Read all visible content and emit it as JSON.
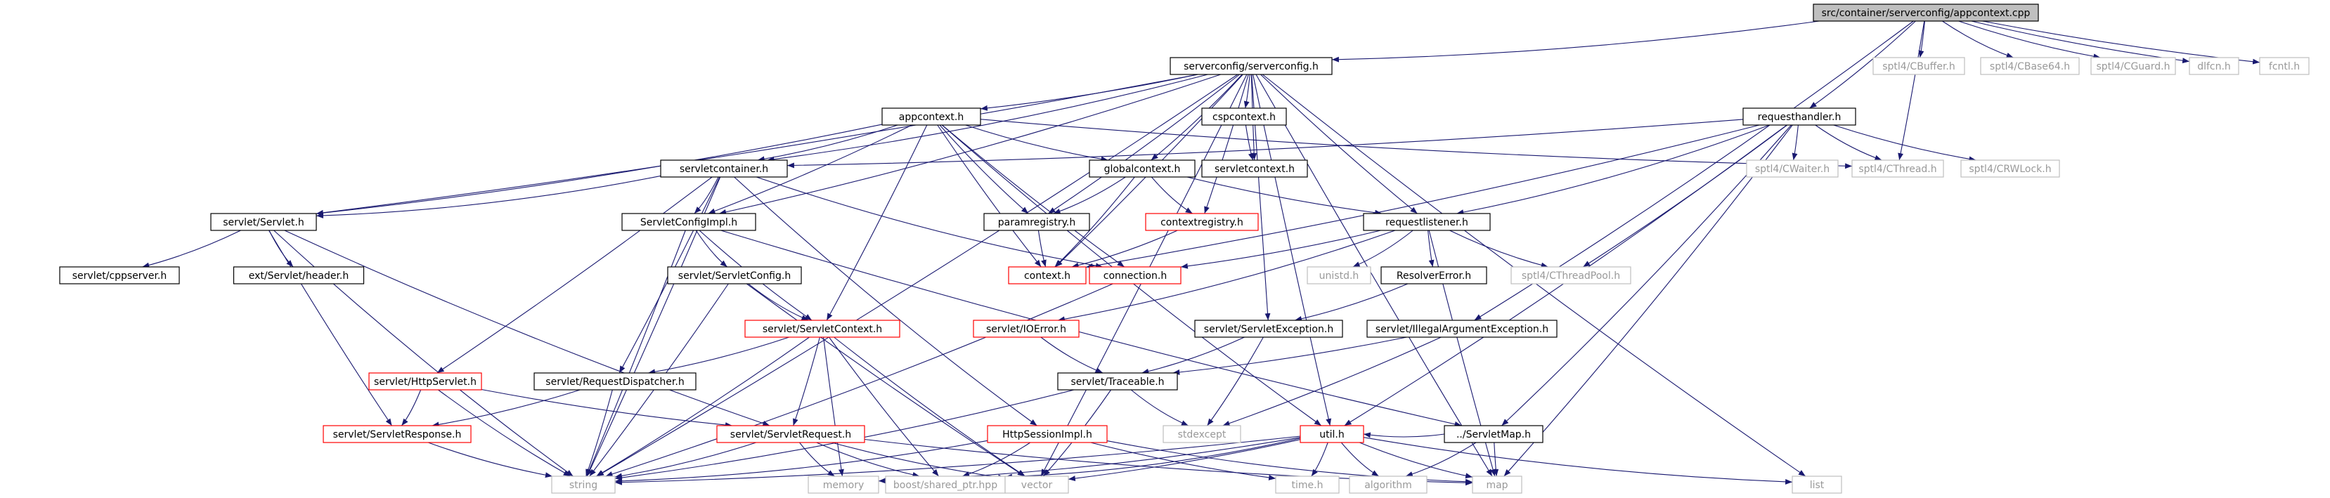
{
  "styles": {
    "edge_color": "#191970",
    "root_fill": "#bfbfbf",
    "root_stroke": "#000000",
    "doc_stroke": "#000000",
    "undoc_stroke": "#ff0000",
    "ext_stroke": "#bfbfbf",
    "text_color": "#000000",
    "ext_text_color": "#999999"
  },
  "nodes": [
    {
      "id": "root",
      "label": "src/container/serverconfig/appcontext.cpp",
      "kind": "root"
    },
    {
      "id": "serverconfig",
      "label": "serverconfig/serverconfig.h",
      "kind": "doc"
    },
    {
      "id": "cbuffer",
      "label": "sptl4/CBuffer.h",
      "kind": "ext"
    },
    {
      "id": "cbase64",
      "label": "sptl4/CBase64.h",
      "kind": "ext"
    },
    {
      "id": "cguard",
      "label": "sptl4/CGuard.h",
      "kind": "ext"
    },
    {
      "id": "dlfcn",
      "label": "dlfcn.h",
      "kind": "ext"
    },
    {
      "id": "fcntl",
      "label": "fcntl.h",
      "kind": "ext"
    },
    {
      "id": "appcontext",
      "label": "appcontext.h",
      "kind": "doc"
    },
    {
      "id": "cspcontext",
      "label": "cspcontext.h",
      "kind": "doc"
    },
    {
      "id": "requesthandler",
      "label": "requesthandler.h",
      "kind": "doc"
    },
    {
      "id": "globalcontext",
      "label": "globalcontext.h",
      "kind": "doc"
    },
    {
      "id": "servletcontext_h",
      "label": "servletcontext.h",
      "kind": "doc"
    },
    {
      "id": "servletcontainer",
      "label": "servletcontainer.h",
      "kind": "doc"
    },
    {
      "id": "cwaiter",
      "label": "sptl4/CWaiter.h",
      "kind": "ext"
    },
    {
      "id": "cthread",
      "label": "sptl4/CThread.h",
      "kind": "ext"
    },
    {
      "id": "crwlock",
      "label": "sptl4/CRWLock.h",
      "kind": "ext"
    },
    {
      "id": "servlet",
      "label": "servlet/Servlet.h",
      "kind": "doc"
    },
    {
      "id": "servletconfigimpl",
      "label": "ServletConfigImpl.h",
      "kind": "doc"
    },
    {
      "id": "paramregistry",
      "label": "paramregistry.h",
      "kind": "doc"
    },
    {
      "id": "contextregistry",
      "label": "contextregistry.h",
      "kind": "undoc"
    },
    {
      "id": "requestlistener",
      "label": "requestlistener.h",
      "kind": "doc"
    },
    {
      "id": "cppserver",
      "label": "servlet/cppserver.h",
      "kind": "doc"
    },
    {
      "id": "extheader",
      "label": "ext/Servlet/header.h",
      "kind": "doc"
    },
    {
      "id": "servletconfig",
      "label": "servlet/ServletConfig.h",
      "kind": "doc"
    },
    {
      "id": "context",
      "label": "context.h",
      "kind": "undoc"
    },
    {
      "id": "connection",
      "label": "connection.h",
      "kind": "undoc"
    },
    {
      "id": "unistd",
      "label": "unistd.h",
      "kind": "ext"
    },
    {
      "id": "resolvererror",
      "label": "ResolverError.h",
      "kind": "doc"
    },
    {
      "id": "cthreadpool",
      "label": "sptl4/CThreadPool.h",
      "kind": "ext"
    },
    {
      "id": "servletctxh",
      "label": "servlet/ServletContext.h",
      "kind": "undoc"
    },
    {
      "id": "ioerror",
      "label": "servlet/IOError.h",
      "kind": "undoc"
    },
    {
      "id": "servletexception",
      "label": "servlet/ServletException.h",
      "kind": "doc"
    },
    {
      "id": "illegalarg",
      "label": "servlet/IllegalArgumentException.h",
      "kind": "doc"
    },
    {
      "id": "httpservlet",
      "label": "servlet/HttpServlet.h",
      "kind": "undoc"
    },
    {
      "id": "requestdispatcher",
      "label": "servlet/RequestDispatcher.h",
      "kind": "doc"
    },
    {
      "id": "traceable",
      "label": "servlet/Traceable.h",
      "kind": "doc"
    },
    {
      "id": "servletresponse",
      "label": "servlet/ServletResponse.h",
      "kind": "undoc"
    },
    {
      "id": "servletrequest",
      "label": "servlet/ServletRequest.h",
      "kind": "undoc"
    },
    {
      "id": "httpsessionimpl",
      "label": "HttpSessionImpl.h",
      "kind": "undoc"
    },
    {
      "id": "utilh",
      "label": "util.h",
      "kind": "undoc"
    },
    {
      "id": "servletmap",
      "label": "../ServletMap.h",
      "kind": "doc"
    },
    {
      "id": "stdexcept",
      "label": "stdexcept",
      "kind": "ext"
    },
    {
      "id": "string",
      "label": "string",
      "kind": "ext"
    },
    {
      "id": "memory",
      "label": "memory",
      "kind": "ext"
    },
    {
      "id": "sharedptr",
      "label": "boost/shared_ptr.hpp",
      "kind": "ext"
    },
    {
      "id": "vector",
      "label": "vector",
      "kind": "ext"
    },
    {
      "id": "timeh",
      "label": "time.h",
      "kind": "ext"
    },
    {
      "id": "algorithm",
      "label": "algorithm",
      "kind": "ext"
    },
    {
      "id": "map",
      "label": "map",
      "kind": "ext"
    },
    {
      "id": "list",
      "label": "list",
      "kind": "ext"
    }
  ],
  "edges": [
    [
      "root",
      "serverconfig"
    ],
    [
      "root",
      "cbuffer"
    ],
    [
      "root",
      "cbase64"
    ],
    [
      "root",
      "cguard"
    ],
    [
      "root",
      "dlfcn"
    ],
    [
      "root",
      "fcntl"
    ],
    [
      "root",
      "requesthandler"
    ],
    [
      "root",
      "cthread"
    ],
    [
      "root",
      "illegalarg"
    ],
    [
      "serverconfig",
      "appcontext"
    ],
    [
      "serverconfig",
      "cspcontext"
    ],
    [
      "serverconfig",
      "globalcontext"
    ],
    [
      "serverconfig",
      "servletcontext_h"
    ],
    [
      "serverconfig",
      "servletcontainer"
    ],
    [
      "serverconfig",
      "servlet"
    ],
    [
      "serverconfig",
      "servletconfigimpl"
    ],
    [
      "serverconfig",
      "paramregistry"
    ],
    [
      "serverconfig",
      "contextregistry"
    ],
    [
      "serverconfig",
      "requestlistener"
    ],
    [
      "serverconfig",
      "context"
    ],
    [
      "serverconfig",
      "servletexception"
    ],
    [
      "serverconfig",
      "utilh"
    ],
    [
      "serverconfig",
      "string"
    ],
    [
      "serverconfig",
      "map"
    ],
    [
      "serverconfig",
      "list"
    ],
    [
      "serverconfig",
      "vector"
    ],
    [
      "appcontext",
      "servletcontainer"
    ],
    [
      "appcontext",
      "globalcontext"
    ],
    [
      "appcontext",
      "servletconfigimpl"
    ],
    [
      "appcontext",
      "paramregistry"
    ],
    [
      "appcontext",
      "context"
    ],
    [
      "appcontext",
      "servletctxh"
    ],
    [
      "appcontext",
      "servlet"
    ],
    [
      "appcontext",
      "cthread"
    ],
    [
      "appcontext",
      "utilh"
    ],
    [
      "appcontext",
      "connection"
    ],
    [
      "cspcontext",
      "servletcontext_h"
    ],
    [
      "requesthandler",
      "servletcontainer"
    ],
    [
      "requesthandler",
      "requestlistener"
    ],
    [
      "requesthandler",
      "cwaiter"
    ],
    [
      "requesthandler",
      "cthread"
    ],
    [
      "requesthandler",
      "crwlock"
    ],
    [
      "requesthandler",
      "cthreadpool"
    ],
    [
      "requesthandler",
      "context"
    ],
    [
      "requesthandler",
      "utilh"
    ],
    [
      "requesthandler",
      "map"
    ],
    [
      "requesthandler",
      "servletmap"
    ],
    [
      "globalcontext",
      "paramregistry"
    ],
    [
      "globalcontext",
      "contextregistry"
    ],
    [
      "globalcontext",
      "context"
    ],
    [
      "globalcontext",
      "requestlistener"
    ],
    [
      "servletcontainer",
      "servlet"
    ],
    [
      "servletcontainer",
      "servletconfigimpl"
    ],
    [
      "servletcontainer",
      "httpservlet"
    ],
    [
      "servletcontainer",
      "requestdispatcher"
    ],
    [
      "servletcontainer",
      "httpsessionimpl"
    ],
    [
      "servletcontainer",
      "connection"
    ],
    [
      "servletcontainer",
      "string"
    ],
    [
      "servlet",
      "cppserver"
    ],
    [
      "servlet",
      "extheader"
    ],
    [
      "servlet",
      "servletresponse"
    ],
    [
      "servlet",
      "servletrequest"
    ],
    [
      "servlet",
      "string"
    ],
    [
      "servletconfigimpl",
      "servletconfig"
    ],
    [
      "servletconfigimpl",
      "servletctxh"
    ],
    [
      "servletconfigimpl",
      "servletmap"
    ],
    [
      "servletconfigimpl",
      "string"
    ],
    [
      "paramregistry",
      "context"
    ],
    [
      "contextregistry",
      "context"
    ],
    [
      "requestlistener",
      "connection"
    ],
    [
      "requestlistener",
      "unistd"
    ],
    [
      "requestlistener",
      "resolvererror"
    ],
    [
      "requestlistener",
      "cthreadpool"
    ],
    [
      "requestlistener",
      "ioerror"
    ],
    [
      "requestlistener",
      "map"
    ],
    [
      "servletconfig",
      "servletctxh"
    ],
    [
      "servletconfig",
      "string"
    ],
    [
      "servletconfig",
      "vector"
    ],
    [
      "connection",
      "string"
    ],
    [
      "resolvererror",
      "servletexception"
    ],
    [
      "servletctxh",
      "requestdispatcher"
    ],
    [
      "servletctxh",
      "servletrequest"
    ],
    [
      "servletctxh",
      "string"
    ],
    [
      "servletctxh",
      "memory"
    ],
    [
      "servletctxh",
      "sharedptr"
    ],
    [
      "servletctxh",
      "vector"
    ],
    [
      "ioerror",
      "traceable"
    ],
    [
      "servletexception",
      "traceable"
    ],
    [
      "servletexception",
      "stdexcept"
    ],
    [
      "illegalarg",
      "traceable"
    ],
    [
      "illegalarg",
      "stdexcept"
    ],
    [
      "httpservlet",
      "servletresponse"
    ],
    [
      "httpservlet",
      "servletrequest"
    ],
    [
      "httpservlet",
      "string"
    ],
    [
      "requestdispatcher",
      "servletresponse"
    ],
    [
      "requestdispatcher",
      "string"
    ],
    [
      "traceable",
      "stdexcept"
    ],
    [
      "traceable",
      "string"
    ],
    [
      "traceable",
      "vector"
    ],
    [
      "servletresponse",
      "string"
    ],
    [
      "servletrequest",
      "string"
    ],
    [
      "servletrequest",
      "memory"
    ],
    [
      "servletrequest",
      "sharedptr"
    ],
    [
      "servletrequest",
      "vector"
    ],
    [
      "servletrequest",
      "map"
    ],
    [
      "httpsessionimpl",
      "string"
    ],
    [
      "httpsessionimpl",
      "sharedptr"
    ],
    [
      "httpsessionimpl",
      "timeh"
    ],
    [
      "httpsessionimpl",
      "map"
    ],
    [
      "utilh",
      "string"
    ],
    [
      "utilh",
      "vector"
    ],
    [
      "utilh",
      "timeh"
    ],
    [
      "utilh",
      "algorithm"
    ],
    [
      "utilh",
      "map"
    ],
    [
      "utilh",
      "list"
    ],
    [
      "utilh",
      "memory"
    ],
    [
      "utilh",
      "sharedptr"
    ],
    [
      "servletmap",
      "algorithm"
    ],
    [
      "servletmap",
      "map"
    ],
    [
      "servletmap",
      "utilh"
    ]
  ]
}
